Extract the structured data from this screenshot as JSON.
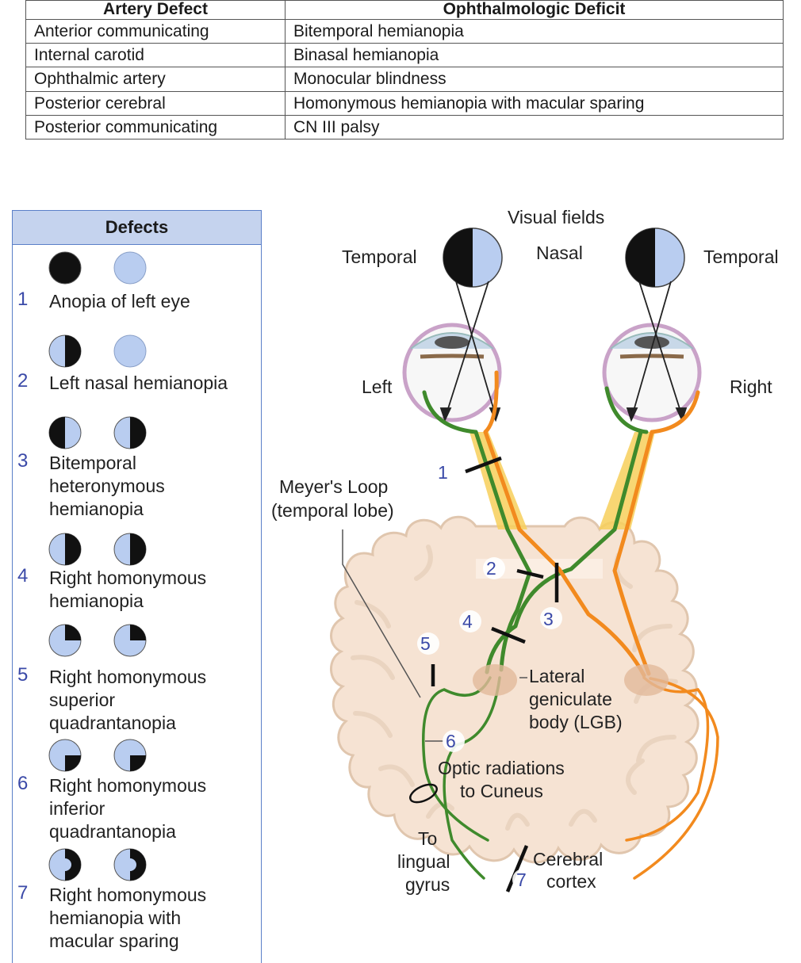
{
  "table": {
    "headers": [
      "Artery Defect",
      "Ophthalmologic Deficit"
    ],
    "rows": [
      [
        "Anterior communicating",
        "Bitemporal hemianopia"
      ],
      [
        "Internal carotid",
        "Binasal hemianopia"
      ],
      [
        "Ophthalmic artery",
        "Monocular blindness"
      ],
      [
        "Posterior cerebral",
        "Homonymous hemianopia with macular sparing"
      ],
      [
        "Posterior communicating",
        "CN III palsy"
      ]
    ]
  },
  "defects": {
    "title": "Defects",
    "items": [
      {
        "num": "1",
        "lines": [
          "Anopia of left eye"
        ]
      },
      {
        "num": "2",
        "lines": [
          "Left nasal hemianopia"
        ]
      },
      {
        "num": "3",
        "lines": [
          "Bitemporal",
          "heteronymous",
          "hemianopia"
        ]
      },
      {
        "num": "4",
        "lines": [
          "Right homonymous",
          "hemianopia"
        ]
      },
      {
        "num": "5",
        "lines": [
          "Right homonymous",
          "superior",
          "quadrantanopia"
        ]
      },
      {
        "num": "6",
        "lines": [
          "Right homonymous",
          "inferior",
          "quadrantanopia"
        ]
      },
      {
        "num": "7",
        "lines": [
          "Right homonymous",
          "hemianopia with",
          "macular sparing"
        ]
      }
    ]
  },
  "diagram": {
    "visual_fields": "Visual fields",
    "temporal_left": "Temporal",
    "nasal": "Nasal",
    "temporal_right": "Temporal",
    "left": "Left",
    "right": "Right",
    "meyers_loop": [
      "Meyer's Loop",
      "(temporal lobe)"
    ],
    "lgb": [
      "Lateral",
      "geniculate",
      "body (LGB)"
    ],
    "optic_radiations": [
      "Optic radiations",
      "to Cuneus"
    ],
    "lingual": [
      "To",
      "lingual",
      "gyrus"
    ],
    "cortex": [
      "Cerebral",
      "cortex"
    ],
    "lesion_numbers": [
      "1",
      "2",
      "3",
      "4",
      "5",
      "6",
      "7"
    ]
  },
  "colors": {
    "field_fill": "#b9cdf0",
    "field_dark": "#111111",
    "green_tract": "#3f8a2c",
    "orange_tract": "#f28a1e",
    "brain_fill": "#f6e3d3",
    "brain_stroke": "#e0c6ae",
    "panel_border": "#5a7fc8",
    "panel_header": "#c5d3ee",
    "number_color": "#3b4aa8"
  }
}
